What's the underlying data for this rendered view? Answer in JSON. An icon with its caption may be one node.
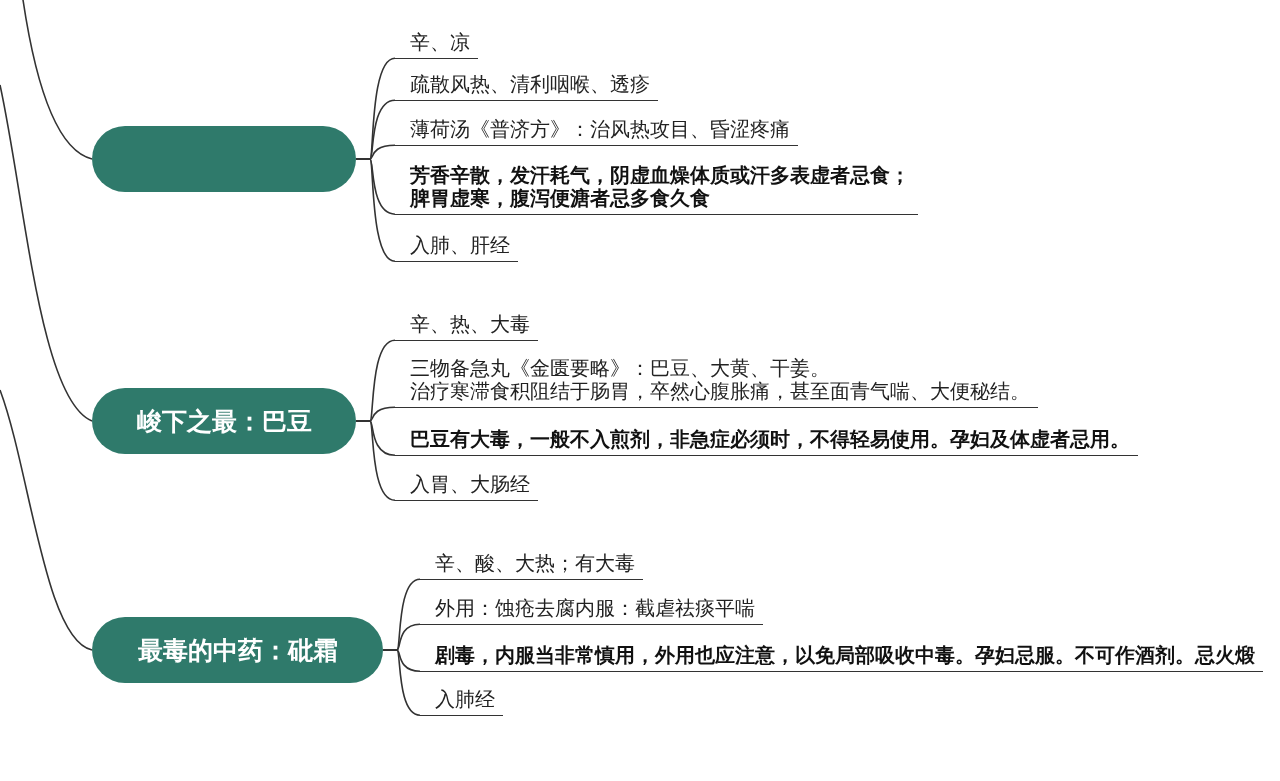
{
  "diagram": {
    "nodes": [
      {
        "text": [],
        "shape": "box"
      },
      {
        "text": [
          "辛、凉"
        ]
      },
      {
        "text": [
          "疏散风热、清利咽喉、透疹"
        ]
      },
      {
        "text": [
          "薄荷汤《普济方》：治风热攻目、昏涩疼痛"
        ]
      },
      {
        "text": [
          "芳香辛散，发汗耗气，阴虚血燥体质或汗多表虚者忌食；",
          "脾胃虚寒，腹泻便溏者忌多食久食"
        ]
      },
      {
        "text": [
          "入肺、肝经"
        ]
      },
      {
        "text": [
          "峻下之最：巴豆"
        ]
      },
      {
        "text": [
          "辛、热、大毒"
        ]
      },
      {
        "text": [
          "三物备急丸《金匮要略》：巴豆、大黄、干姜。",
          "治疗寒滞食积阻结于肠胃，卒然心腹胀痛，甚至面青气喘、大便秘结。"
        ]
      },
      {
        "text": [
          "巴豆有大毒，一般不入煎剂，非急症必须时，不得轻易使用。孕妇及体虚者忌用。"
        ]
      },
      {
        "text": [
          "入胃、大肠经"
        ]
      },
      {
        "text": [
          "最毒的中药：砒霜"
        ]
      },
      {
        "text": [
          "辛、酸、大热；有大毒"
        ]
      },
      {
        "text": [
          "外用：蚀疮去腐内服：截虐祛痰平喘"
        ]
      },
      {
        "text": [
          "剧毒，内服当非常慎用，外用也应注意，以免局部吸收中毒。孕妇忌服。不可作酒剂。忌火煅"
        ]
      },
      {
        "text": [
          "入肺经"
        ]
      }
    ],
    "edges": [
      {
        "from": null,
        "to": 0,
        "arrow": "none"
      },
      {
        "from": null,
        "to": 6,
        "arrow": "none"
      },
      {
        "from": null,
        "to": 11,
        "arrow": "none"
      },
      {
        "from": 0,
        "to": 1,
        "arrow": "none"
      },
      {
        "from": 0,
        "to": 2,
        "arrow": "none"
      },
      {
        "from": 0,
        "to": 3,
        "arrow": "none"
      },
      {
        "from": 0,
        "to": 4,
        "arrow": "none"
      },
      {
        "from": 0,
        "to": 5,
        "arrow": "none"
      },
      {
        "from": 6,
        "to": 7,
        "arrow": "none"
      },
      {
        "from": 6,
        "to": 8,
        "arrow": "none"
      },
      {
        "from": 6,
        "to": 9,
        "arrow": "none"
      },
      {
        "from": 6,
        "to": 10,
        "arrow": "none"
      },
      {
        "from": 11,
        "to": 12,
        "arrow": "none"
      },
      {
        "from": 11,
        "to": 13,
        "arrow": "none"
      },
      {
        "from": 11,
        "to": 14,
        "arrow": "none"
      },
      {
        "from": 11,
        "to": 15,
        "arrow": "none"
      }
    ]
  }
}
